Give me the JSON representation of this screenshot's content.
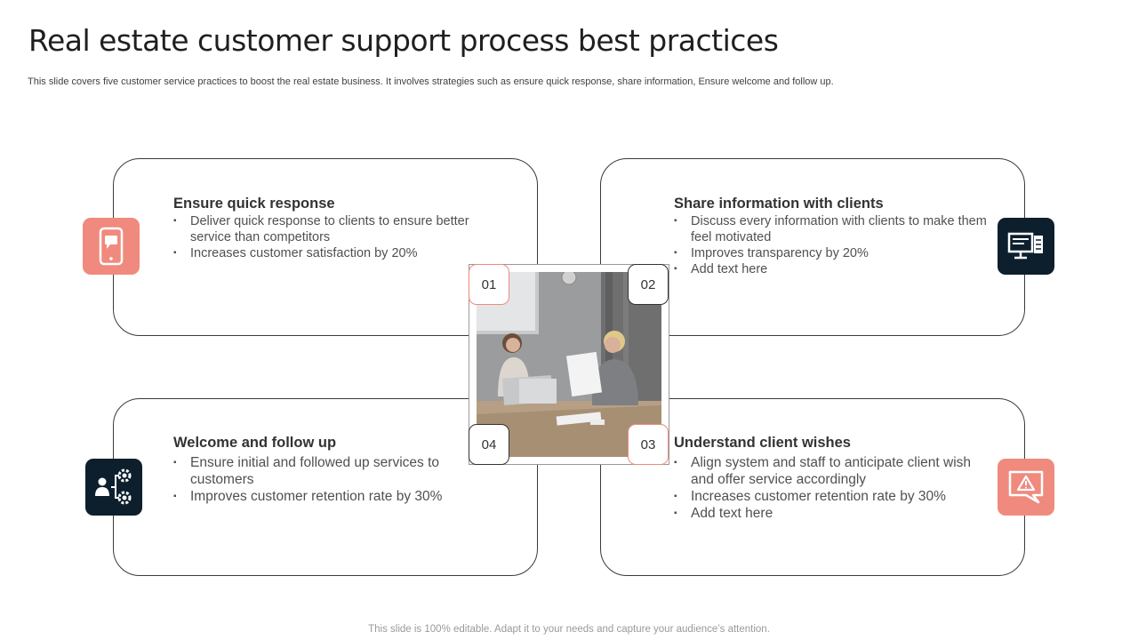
{
  "title": "Real estate customer support process best practices",
  "subtitle": "This slide covers five  customer service practices to boost the real estate business. It involves  strategies such as ensure quick response, share information, Ensure welcome and follow up.",
  "cards": [
    {
      "number": "01",
      "heading": "Ensure quick response",
      "bullets": [
        "Deliver quick response to clients to ensure better service than competitors",
        "Increases customer satisfaction by 20%"
      ],
      "icon": "mobile-chat-icon"
    },
    {
      "number": "02",
      "heading": "Share information with clients",
      "bullets": [
        "Discuss  every information with clients to make them feel motivated",
        "Improves transparency by 20%",
        "Add text here"
      ],
      "icon": "presentation-board-icon"
    },
    {
      "number": "03",
      "heading": "Understand client wishes",
      "bullets": [
        "Align system and staff to anticipate client wish and offer service accordingly",
        "Increases customer retention rate by 30%",
        "Add text here"
      ],
      "icon": "warning-chat-icon"
    },
    {
      "number": "04",
      "heading": "Welcome and follow up",
      "bullets": [
        "Ensure initial and followed up services to customers",
        "Improves customer retention rate by 30%"
      ],
      "icon": "person-gears-icon"
    }
  ],
  "photo": "office-meeting-photo",
  "footer": "This slide is 100% editable. Adapt it to your needs and capture your audience’s attention.",
  "colors": {
    "coral": "#f08a7e",
    "dark": "#0d1f2d"
  }
}
